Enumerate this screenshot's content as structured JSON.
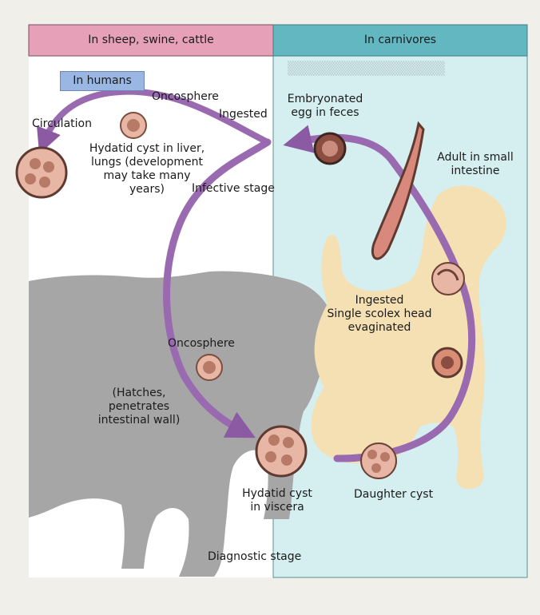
{
  "headers": {
    "left": "In sheep, swine, cattle",
    "right": "In carnivores",
    "humans_tag": "In humans"
  },
  "labels": {
    "oncosphere_top": "Oncosphere",
    "circulation": "Circulation",
    "ingested_top": "Ingested",
    "embryonated": [
      "Embryonated",
      "egg in feces"
    ],
    "hydatid_liver": [
      "Hydatid cyst in liver,",
      "lungs (development",
      "may take many",
      "years)"
    ],
    "adult": [
      "Adult in small",
      "intestine"
    ],
    "infective_stage": "Infective stage",
    "ingested_scolex": [
      "Ingested",
      "Single scolex head",
      "evaginated"
    ],
    "oncosphere_mid": "Oncosphere",
    "hatches": [
      "(Hatches,",
      "penetrates",
      "intestinal wall)"
    ],
    "hydatid_viscera": [
      "Hydatid cyst",
      "in viscera"
    ],
    "daughter_cyst": "Daughter cyst",
    "diagnostic_stage": "Diagnostic stage"
  },
  "colors": {
    "left_header": "#e6a1b8",
    "right_header": "#62b7c1",
    "right_panel": "#d5eef0",
    "arrow": "#9a6ab0",
    "sheep": "#a6a6a6",
    "dog": "#f4e0b2",
    "cyst": "#e7b6a4"
  }
}
